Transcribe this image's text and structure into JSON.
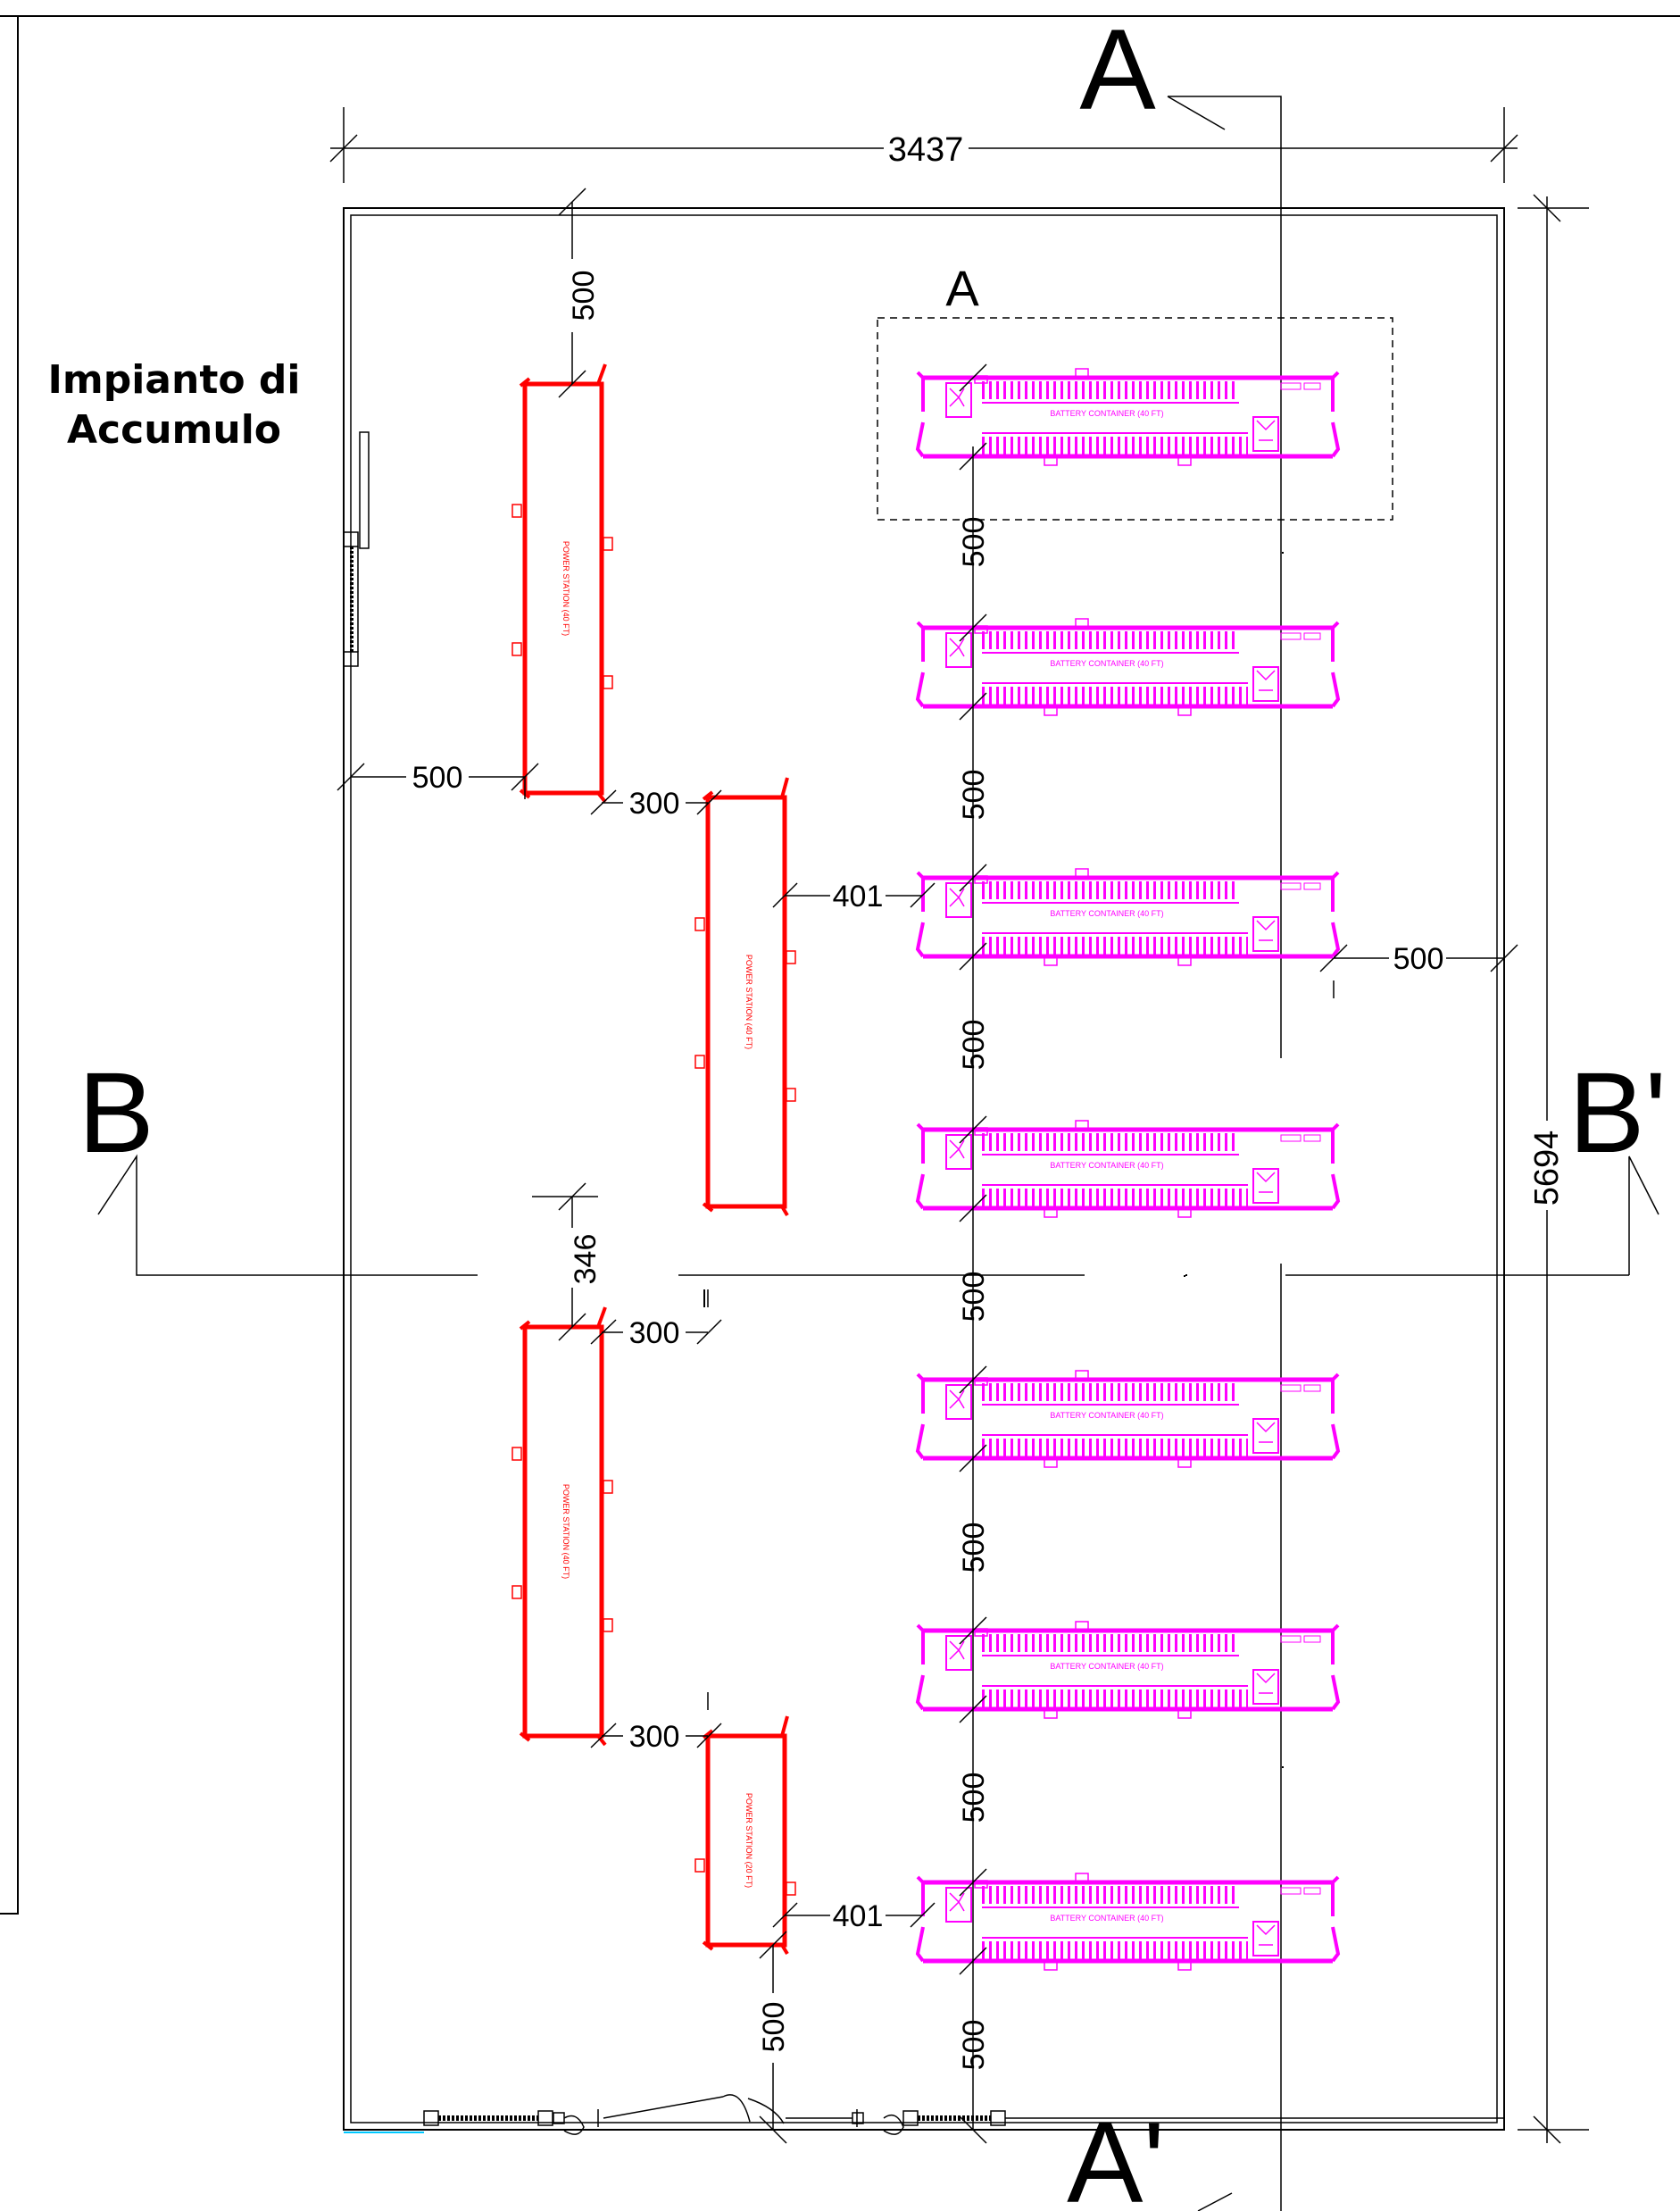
{
  "title": {
    "line1": "Impianto di",
    "line2": "Accumulo"
  },
  "dimensions": {
    "overall_width": "3437",
    "overall_height": "5694",
    "gap_500": "500",
    "gap_300": "300",
    "gap_401": "401",
    "gap_346": "346"
  },
  "sections": {
    "a": "A",
    "a_prime": "A'",
    "b": "B",
    "b_prime": "B'",
    "detail_a": "A"
  },
  "labels": {
    "battery_container": "BATTERY CONTAINER (40 FT)",
    "power_station_40": "POWER STATION (40 FT)",
    "power_station_20": "POWER STATION (20 FT)"
  },
  "colors": {
    "battery": "#ff00ff",
    "power_station": "#ff0000",
    "lines": "#000000",
    "gate_accent": "#00c8ff"
  }
}
